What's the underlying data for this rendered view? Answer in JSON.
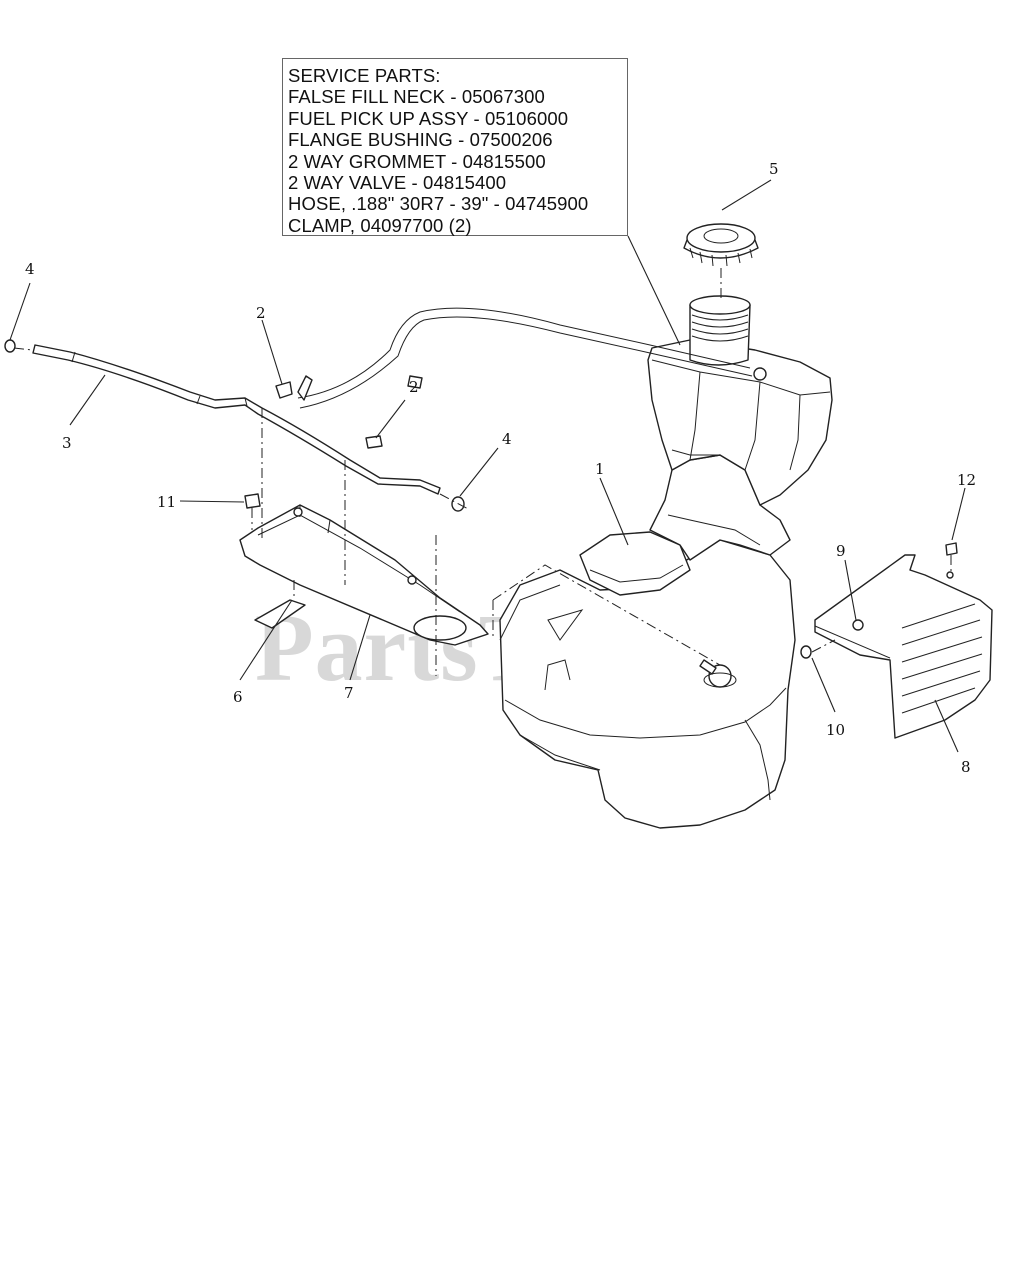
{
  "service_parts": {
    "lines": [
      "SERVICE PARTS:",
      "FALSE FILL NECK - 05067300",
      "FUEL PICK UP ASSY - 05106000",
      "FLANGE BUSHING - 07500206",
      "2 WAY GROMMET - 04815500",
      "2 WAY VALVE - 04815400",
      "HOSE, .188\" 30R7 - 39\" - 04745900",
      "CLAMP, 04097700 (2)"
    ]
  },
  "callouts": {
    "c1": "1",
    "c2a": "2",
    "c2b": "2",
    "c3": "3",
    "c4a": "4",
    "c4b": "4",
    "c5": "5",
    "c6": "6",
    "c7": "7",
    "c8": "8",
    "c9": "9",
    "c10": "10",
    "c11": "11",
    "c12": "12"
  },
  "watermark": "PartsTree"
}
